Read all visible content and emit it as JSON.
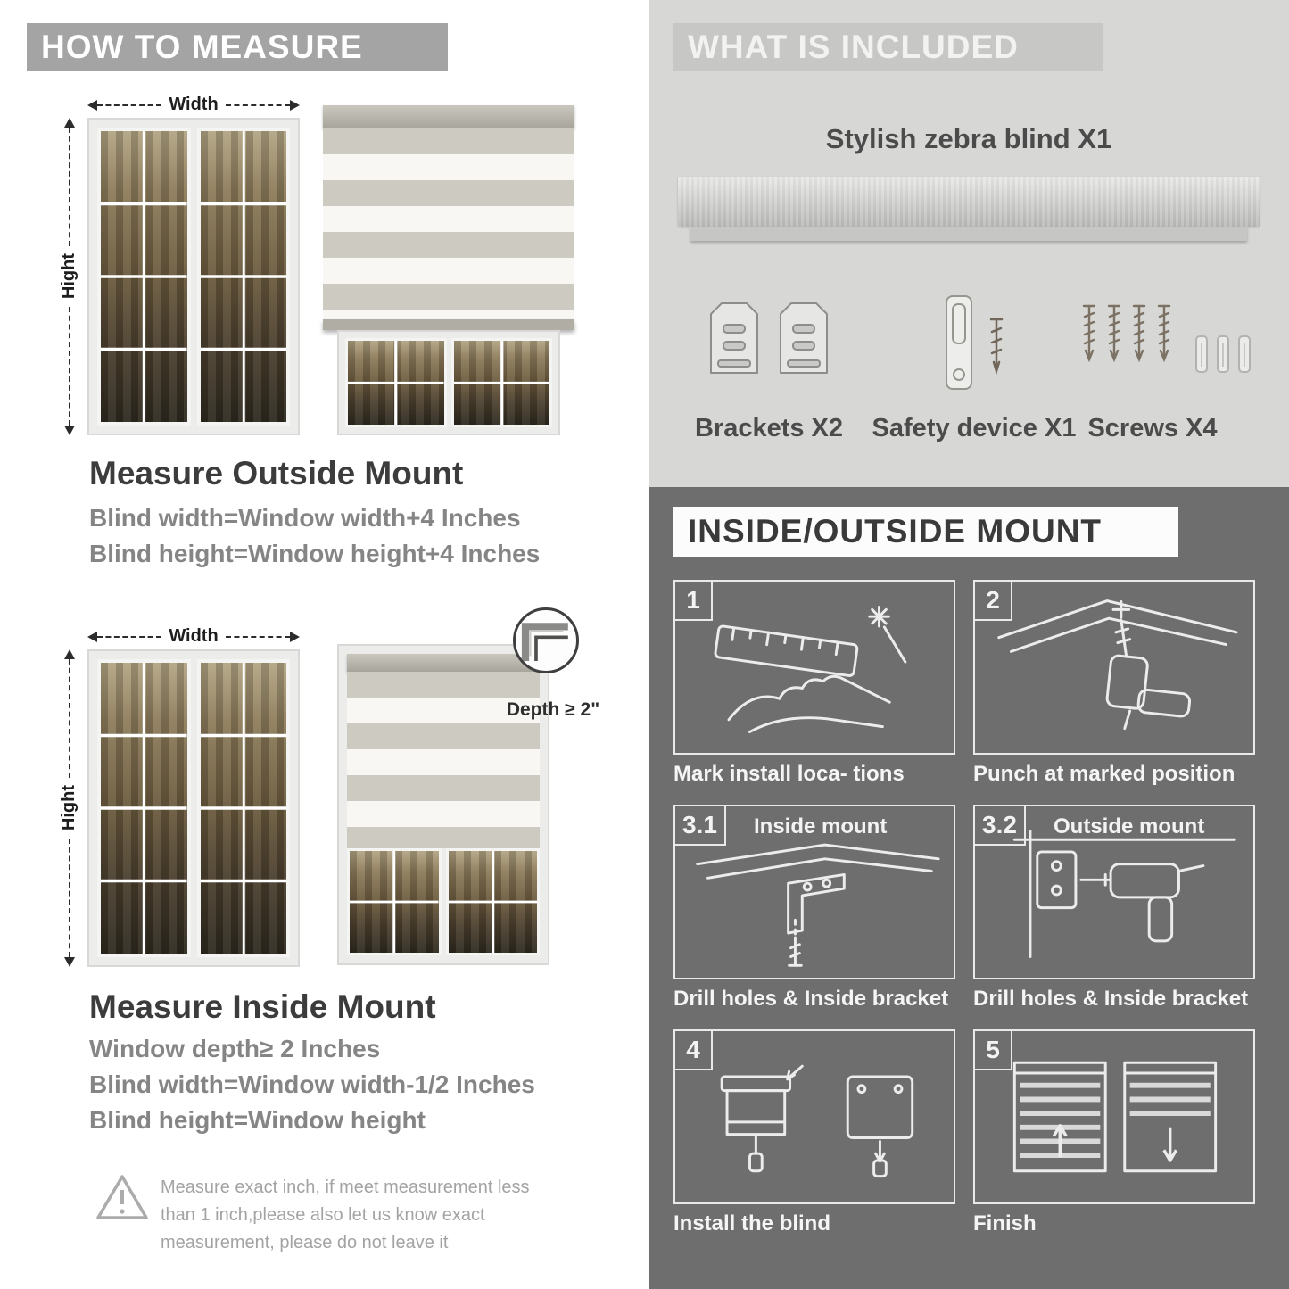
{
  "colors": {
    "banner_gray": "#a4a4a4",
    "light_section_bg": "#d7d7d5",
    "dark_section_bg": "#6e6e6e"
  },
  "how_to_measure": {
    "header": "HOW TO MEASURE",
    "outside": {
      "width_label": "Width",
      "height_label": "Hight",
      "title": "Measure Outside Mount",
      "formula1": "Blind width=Window width+4 Inches",
      "formula2": "Blind height=Window height+4 Inches"
    },
    "inside": {
      "width_label": "Width",
      "height_label": "Hight",
      "depth_label": "Depth ≥ 2\"",
      "title": "Measure Inside Mount",
      "formula1": "Window depth≥ 2 Inches",
      "formula2": "Blind width=Window width-1/2 Inches",
      "formula3": "Blind height=Window height"
    },
    "warning_lines": [
      "Measure exact inch, if meet measurement less",
      "than 1 inch,please also let us know exact",
      "measurement, please do not leave it"
    ]
  },
  "included": {
    "header": "WHAT IS INCLUDED",
    "product_label": "Stylish zebra blind X1",
    "item_labels": [
      "Brackets X2",
      "Safety device X1",
      "Screws X4"
    ]
  },
  "mount_steps": {
    "header": "INSIDE/OUTSIDE MOUNT",
    "steps": [
      {
        "num": "1",
        "caption": "Mark install loca- tions"
      },
      {
        "num": "2",
        "caption": "Punch at  marked position"
      },
      {
        "num": "3.1",
        "tag": "Inside mount",
        "caption": "Drill holes &  Inside bracket"
      },
      {
        "num": "3.2",
        "tag": "Outside mount",
        "caption": "Drill holes &  Inside bracket"
      },
      {
        "num": "4",
        "caption": "Install the blind"
      },
      {
        "num": "5",
        "caption": "Finish"
      }
    ]
  }
}
